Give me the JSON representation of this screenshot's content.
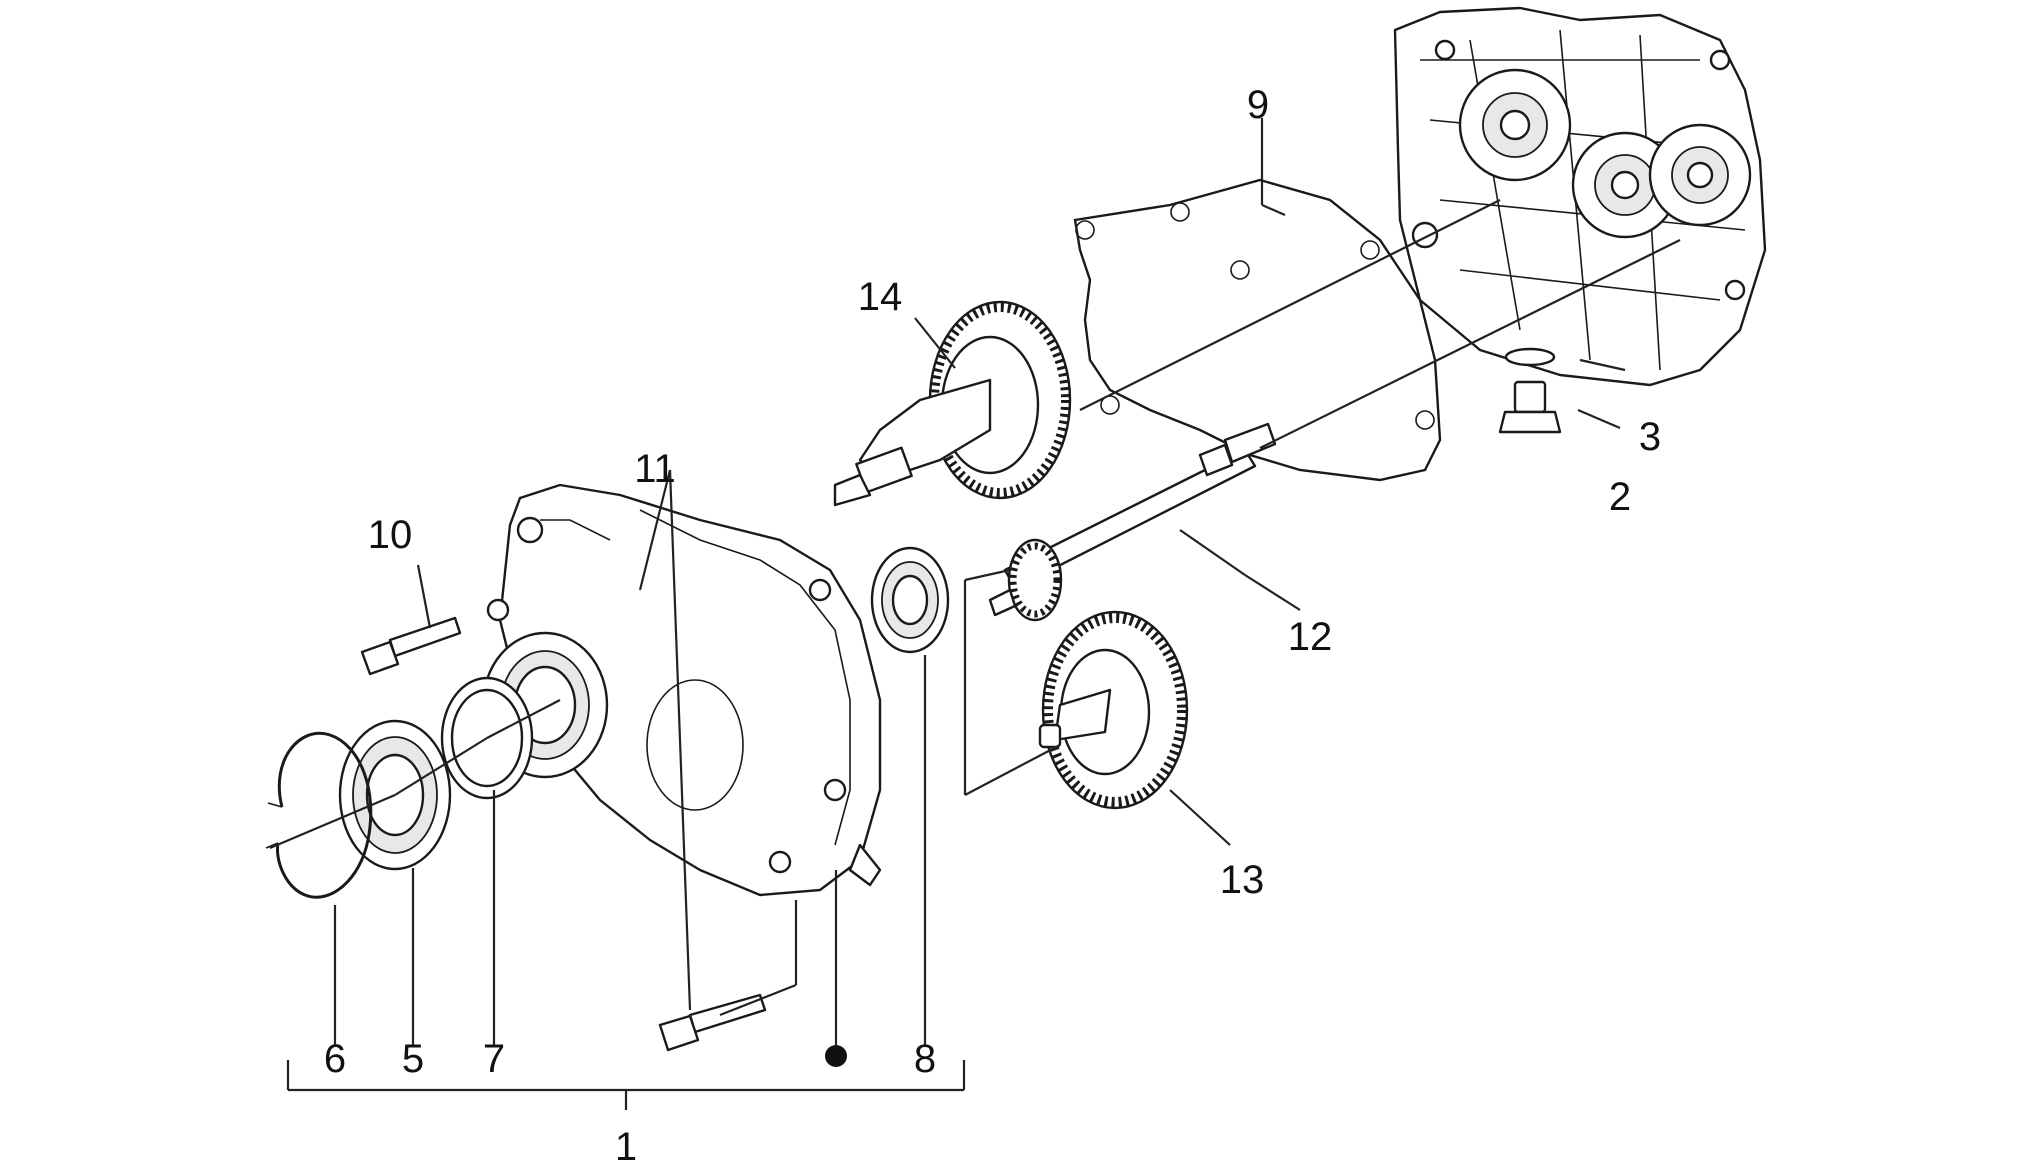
{
  "callouts": {
    "c1": "1",
    "c2": "2",
    "c3": "3",
    "c5": "5",
    "c6": "6",
    "c7": "7",
    "c8": "8",
    "c9": "9",
    "c10": "10",
    "c11": "11",
    "c12": "12",
    "c13": "13",
    "c14": "14"
  },
  "colors": {
    "background": "#ffffff",
    "line": "#1a1a1a"
  }
}
